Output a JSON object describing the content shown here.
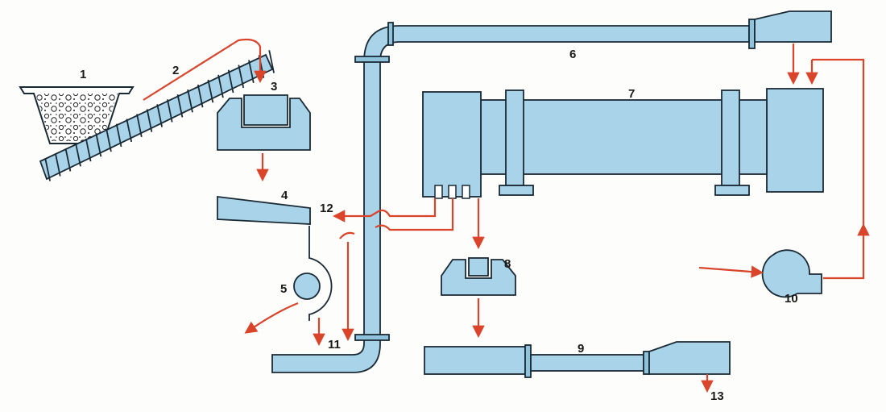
{
  "labels": {
    "l1": "1",
    "l2": "2",
    "l3": "3",
    "l4": "4",
    "l5": "5",
    "l6": "6",
    "l7": "7",
    "l8": "8",
    "l9": "9",
    "l10": "10",
    "l11": "11",
    "l12": "12",
    "l13": "13"
  },
  "colors": {
    "equipment_fill": "#a9d3e8",
    "outline": "#1a2a35",
    "flow_arrow": "#d9442b",
    "background": "#fdfdfb"
  }
}
